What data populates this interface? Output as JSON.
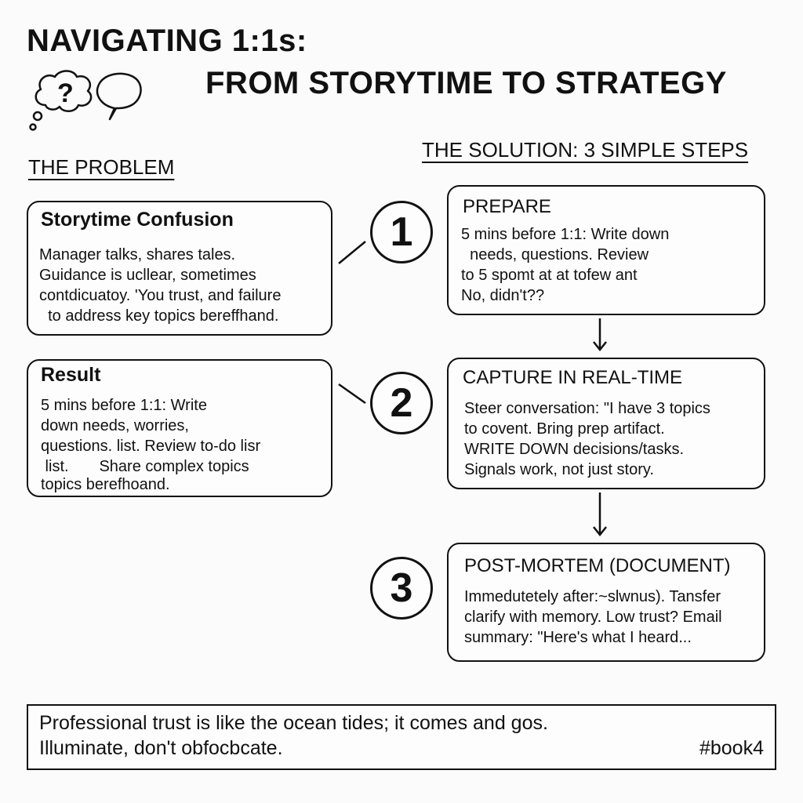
{
  "title": {
    "line1": "NAVIGATING 1:1s:",
    "line2": "FROM STORYTIME TO STRATEGY"
  },
  "icons": {
    "thought": "question-thought-bubble-icon",
    "speech": "speech-bubble-icon",
    "question_mark": "?"
  },
  "problem": {
    "heading": "THE PROBLEM",
    "cards": [
      {
        "title": "Storytime Confusion",
        "lines": [
          "Manager talks, shares tales.",
          "Guidance is ucllear, sometimes",
          "contdicuatoy. 'You trust, and failure",
          "  to address key topics bereffhand."
        ]
      },
      {
        "title": "Result",
        "lines": [
          "5 mins before 1:1: Write",
          "down needs, worries,",
          "questions. list. Review to-do lisr",
          " list.       Share complex topics",
          "topics berefhoand."
        ]
      }
    ]
  },
  "solution": {
    "heading": "THE SOLUTION: 3 SIMPLE STEPS",
    "steps": [
      {
        "number": "1",
        "title": "PREPARE",
        "lines": [
          "5 mins before 1:1: Write down",
          "  needs, questions. Review",
          "to 5 spomt at at tofew ant",
          "No, didn't??"
        ]
      },
      {
        "number": "2",
        "title": "CAPTURE IN REAL-TIME",
        "lines": [
          "Steer conversation: \"I have 3 topics",
          "to covent. Bring prep artifact.",
          "WRITE DOWN decisions/tasks.",
          "Signals work, not just story."
        ]
      },
      {
        "number": "3",
        "title": "POST-MORTEM (DOCUMENT)",
        "lines": [
          "Immedutetely after:~slwnus). Tansfer",
          "clarify with memory. Low trust? Email",
          "summary: \"Here's what I heard..."
        ]
      }
    ]
  },
  "quote": {
    "line1": "Professional trust is like the ocean tides; it comes and gos.",
    "line2": "Illuminate, don't obfocbcate.",
    "tag": "#book4"
  }
}
